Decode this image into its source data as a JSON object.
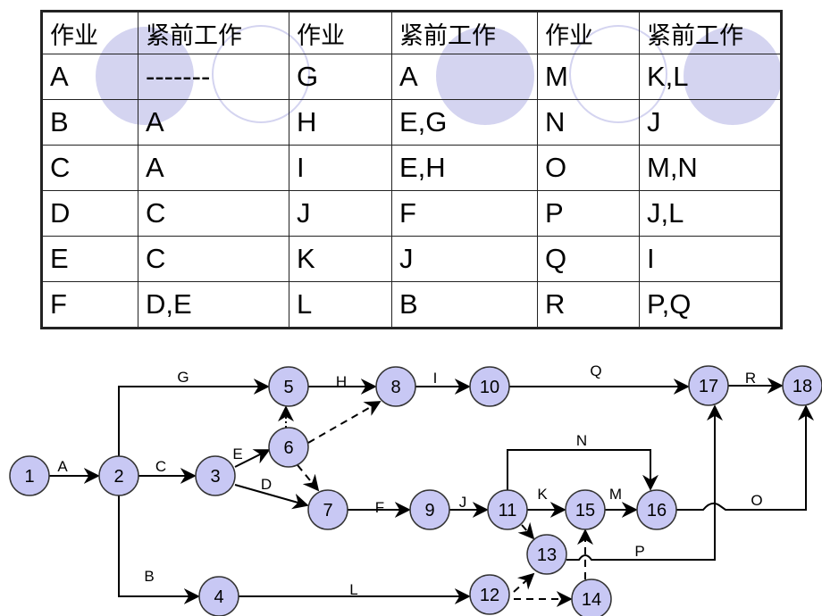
{
  "table": {
    "headers": [
      "作业",
      "紧前工作",
      "作业",
      "紧前工作",
      "作业",
      "紧前工作"
    ],
    "rows": [
      [
        "A",
        "-------",
        "G",
        "A",
        "M",
        "K,L"
      ],
      [
        "B",
        "A",
        "H",
        "E,G",
        "N",
        "J"
      ],
      [
        "C",
        "A",
        "I",
        "E,H",
        "O",
        "M,N"
      ],
      [
        "D",
        "C",
        "J",
        "F",
        "P",
        "J,L"
      ],
      [
        "E",
        "C",
        "K",
        "J",
        "Q",
        "I"
      ],
      [
        "F",
        "D,E",
        "L",
        "B",
        "R",
        "P,Q"
      ]
    ]
  },
  "network": {
    "nodes": [
      "1",
      "2",
      "3",
      "4",
      "5",
      "6",
      "7",
      "8",
      "9",
      "10",
      "11",
      "12",
      "13",
      "14",
      "15",
      "16",
      "17",
      "18"
    ],
    "edges": [
      {
        "id": "A",
        "from": "1",
        "to": "2",
        "label": "A",
        "style": "solid"
      },
      {
        "id": "G",
        "from": "2",
        "to": "5",
        "label": "G",
        "style": "solid"
      },
      {
        "id": "B",
        "from": "2",
        "to": "4",
        "label": "B",
        "style": "solid"
      },
      {
        "id": "C",
        "from": "2",
        "to": "3",
        "label": "C",
        "style": "solid"
      },
      {
        "id": "E",
        "from": "3",
        "to": "6",
        "label": "E",
        "style": "solid"
      },
      {
        "id": "D",
        "from": "3",
        "to": "7",
        "label": "D",
        "style": "solid"
      },
      {
        "id": "d65",
        "from": "6",
        "to": "5",
        "label": "",
        "style": "dotted"
      },
      {
        "id": "d68",
        "from": "6",
        "to": "8",
        "label": "",
        "style": "dashed"
      },
      {
        "id": "d67",
        "from": "6",
        "to": "7",
        "label": "",
        "style": "dashed"
      },
      {
        "id": "H",
        "from": "5",
        "to": "8",
        "label": "H",
        "style": "solid"
      },
      {
        "id": "I",
        "from": "8",
        "to": "10",
        "label": "I",
        "style": "solid"
      },
      {
        "id": "F",
        "from": "7",
        "to": "9",
        "label": "F",
        "style": "solid"
      },
      {
        "id": "Q",
        "from": "10",
        "to": "17",
        "label": "Q",
        "style": "solid"
      },
      {
        "id": "R",
        "from": "17",
        "to": "18",
        "label": "R",
        "style": "solid"
      },
      {
        "id": "J",
        "from": "9",
        "to": "11",
        "label": "J",
        "style": "solid"
      },
      {
        "id": "K",
        "from": "11",
        "to": "15",
        "label": "K",
        "style": "solid"
      },
      {
        "id": "M",
        "from": "15",
        "to": "16",
        "label": "M",
        "style": "solid"
      },
      {
        "id": "N",
        "from": "11",
        "to": "16",
        "label": "N",
        "style": "solid"
      },
      {
        "id": "d1113",
        "from": "11",
        "to": "13",
        "label": "",
        "style": "dashed"
      },
      {
        "id": "L",
        "from": "4",
        "to": "12",
        "label": "L",
        "style": "solid"
      },
      {
        "id": "d1213",
        "from": "12",
        "to": "13",
        "label": "",
        "style": "dashed"
      },
      {
        "id": "d1214",
        "from": "12",
        "to": "14",
        "label": "",
        "style": "dashed"
      },
      {
        "id": "d1415",
        "from": "14",
        "to": "15",
        "label": "",
        "style": "dashed"
      },
      {
        "id": "P",
        "from": "13",
        "to": "17",
        "label": "P",
        "style": "solid"
      },
      {
        "id": "O",
        "from": "16",
        "to": "18",
        "label": "O",
        "style": "solid"
      }
    ]
  }
}
